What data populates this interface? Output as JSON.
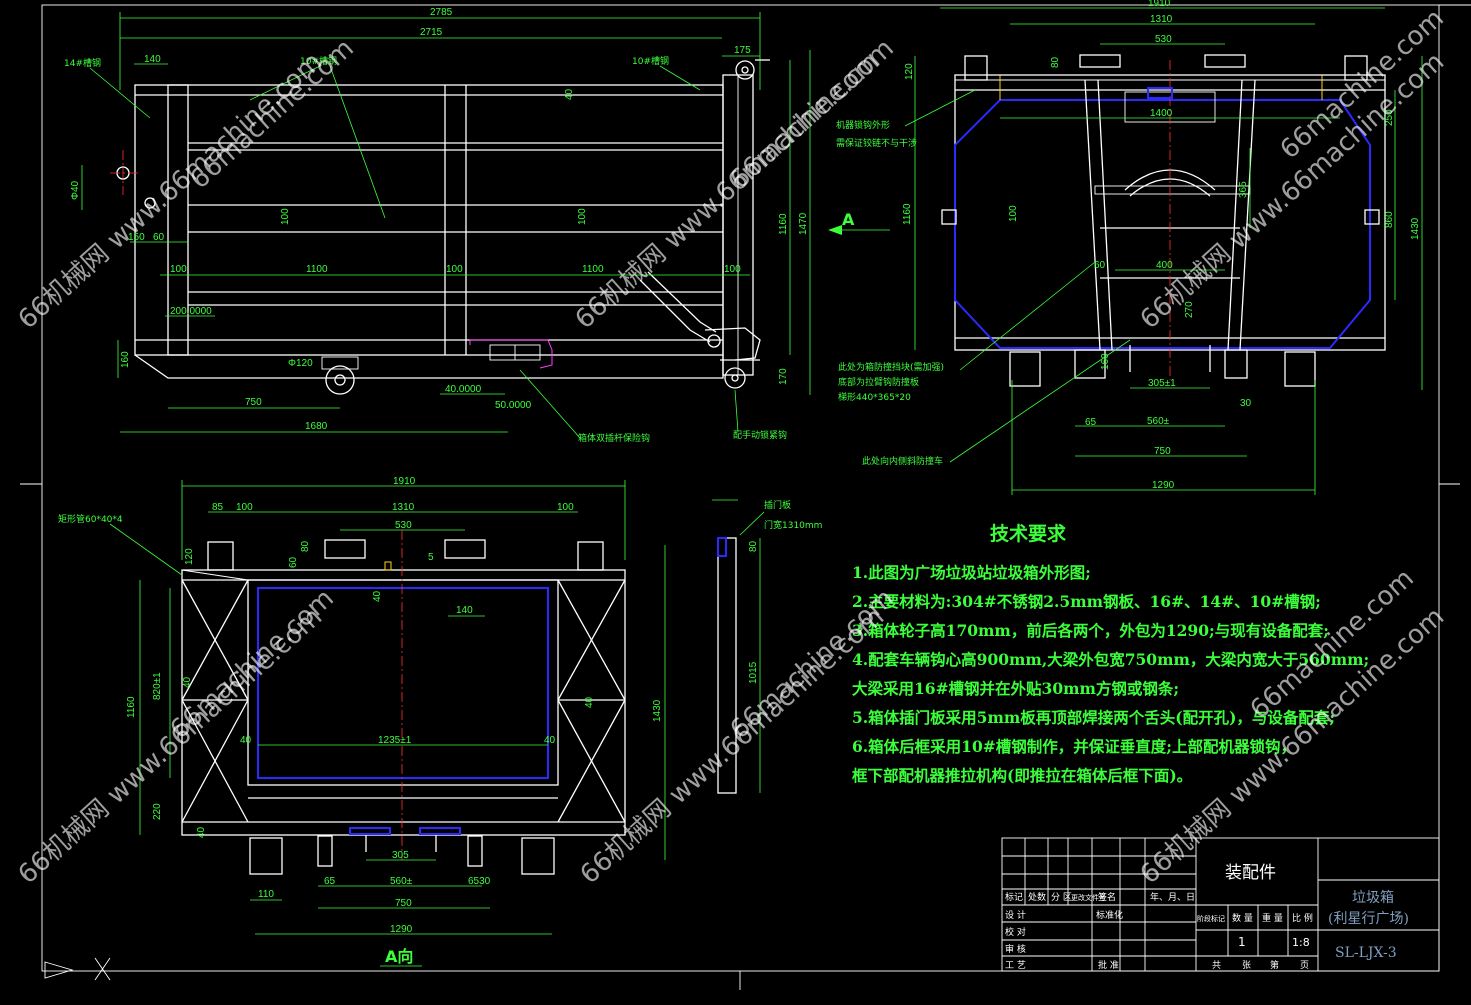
{
  "drawing": {
    "side_view": {
      "dims_top": [
        "2785",
        "2715"
      ],
      "dims": {
        "d140": "140",
        "d175": "175",
        "d40": "40",
        "d100a": "100",
        "d100b": "100",
        "d150": "150",
        "d60": "60",
        "phi40": "Φ40",
        "row100_1": "100",
        "row1100_1": "1100",
        "row100_2": "100",
        "row1100_2": "1100",
        "row100_3": "100",
        "d160": "160",
        "d1160": "1160",
        "d1470": "1470",
        "d170": "170",
        "phi120": "Φ120",
        "d750": "750",
        "d1680": "1680",
        "r200": "200.0000",
        "r40": "40.0000",
        "r50": "50.0000"
      },
      "notes": {
        "ch14": "14#槽钢",
        "ch10a": "10#槽钢",
        "ch10b": "10#槽钢",
        "bottom1": "箱体双插杆保险钩",
        "bottom2": "配手动锁紧钩"
      }
    },
    "rear_view": {
      "dims": {
        "d1910": "1910",
        "d1310": "1310",
        "d530": "530",
        "d120": "120",
        "d80": "80",
        "d1400": "1400",
        "d365": "365",
        "d1160": "1160",
        "d100": "100",
        "d250": "250",
        "d860": "860",
        "d1430": "1430",
        "d400": "400",
        "d60": "60",
        "d270": "270",
        "d160": "160",
        "d305": "305±1",
        "d65": "65",
        "d560": "560±",
        "d30": "30",
        "d750": "750",
        "d1290": "1290"
      },
      "notes": {
        "hook1": "机器锁钩外形",
        "hook2": "需保证铰链不与干涉",
        "plate1": "此处为箱防撞挡块(需加强)",
        "plate2": "底部为拉臂钩防撞板",
        "plate3": "梯形440*365*20",
        "pad": "此处向内侧斜防撞车"
      },
      "arrow_label": "A"
    },
    "front_view": {
      "dims": {
        "d1910": "1910",
        "d85": "85",
        "d100a": "100",
        "d1310": "1310",
        "d100b": "100",
        "d530": "530",
        "d120": "120",
        "d60": "60",
        "d80": "80",
        "d5": "5",
        "d140": "140",
        "d40a": "40",
        "d820": "820±1",
        "d40b": "40",
        "d40c": "40",
        "d1235": "1235±1",
        "d40d": "40",
        "d40e": "40",
        "d1160": "1160",
        "d220": "220",
        "d40f": "40",
        "d1430": "1430",
        "d305": "305",
        "d110": "110",
        "d65": "65",
        "d560": "560±",
        "d6530": "6530",
        "d750": "750",
        "d1290": "1290"
      },
      "notes": {
        "tube": "矩形管60*40*4"
      },
      "view_label": "A向"
    },
    "door_view": {
      "dims": {
        "d80": "80",
        "d1015": "1015"
      },
      "notes": {
        "title": "插门板",
        "width": "门宽1310mm"
      }
    }
  },
  "requirements": {
    "title": "技术要求",
    "items": [
      "1.此图为广场垃圾站垃圾箱外形图;",
      "2.主要材料为:304#不锈钢2.5mm钢板、16#、14#、10#槽钢;",
      "3.箱体轮子高170mm，前后各两个，外包为1290;与现有设备配套;",
      "4.配套车辆钩心高900mm,大梁外包宽750mm，大梁内宽大于560mm;",
      "  大梁采用16#槽钢并在外贴30mm方钢或钢条;",
      "5.箱体插门板采用5mm板再顶部焊接两个舌头(配开孔)，与设备配套;",
      "6.箱体后框采用10#槽钢制作，并保证垂直度;上部配机器锁钩，",
      "  框下部配机器推拉机构(即推拉在箱体后框下面)。"
    ]
  },
  "title_block": {
    "heading": "装配件",
    "name1": "垃圾箱",
    "name2": "(利星行广场)",
    "code": "SL-LJX-3",
    "row_headers": [
      "标记",
      "处数",
      "分 区",
      "更改文件号",
      "签名",
      "年、月、日"
    ],
    "labels": [
      "设 计",
      "标准化",
      "校 对",
      "审 核",
      "工 艺",
      "批 准"
    ],
    "stage_headers": [
      "阶段标记",
      "数 量",
      "重 量",
      "比 例"
    ],
    "qty": "1",
    "scale": "1:8",
    "sheet": [
      "共",
      "张",
      "第",
      "页"
    ]
  },
  "watermark": {
    "site": "66machine.com",
    "brand": "66机械网 www.66machine.com"
  }
}
